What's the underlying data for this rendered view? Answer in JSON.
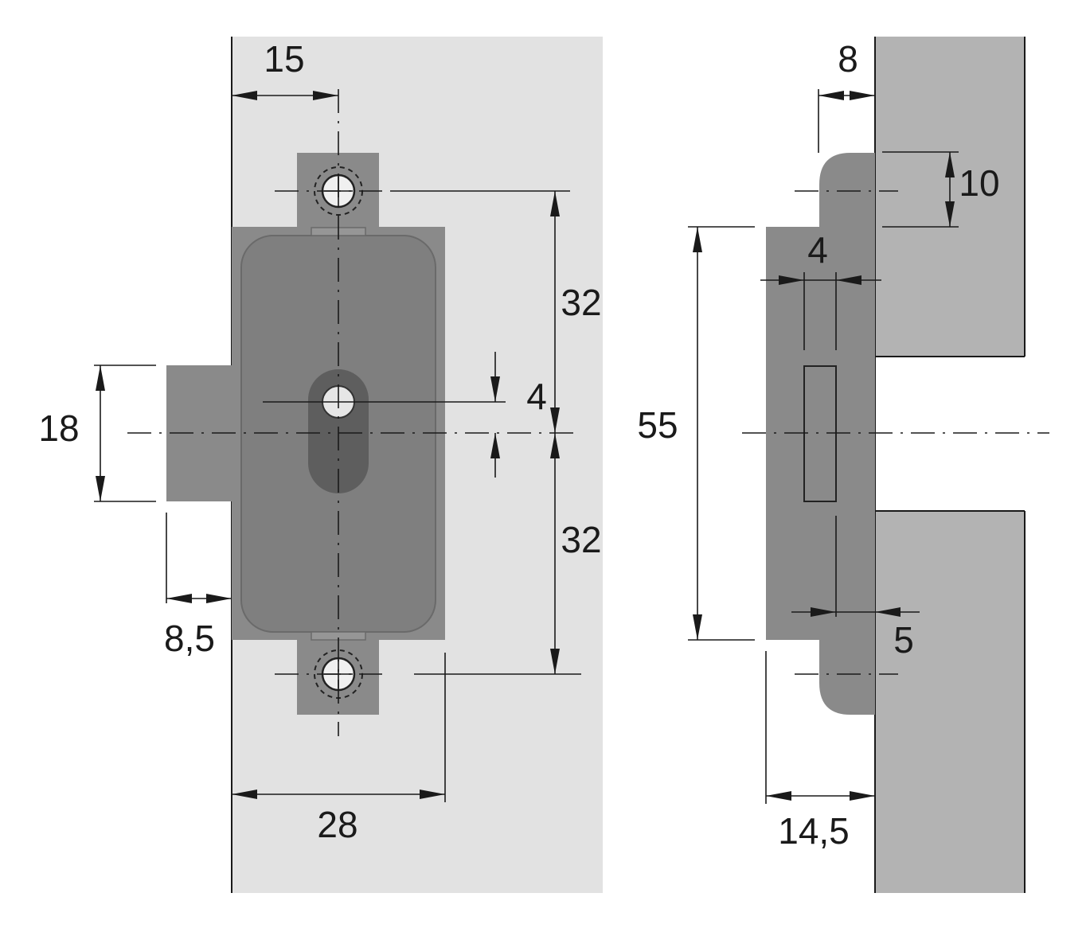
{
  "colors": {
    "background": "#ffffff",
    "panel_front": "#e2e2e2",
    "panel_side": "#b3b3b3",
    "lock_body": "#8a8a8a",
    "lock_inner": "#7f7f7f",
    "keyhole": "#5e5e5e",
    "lines": "#1a1a1a"
  },
  "front_view": {
    "dim_15": "15",
    "dim_32_top": "32",
    "dim_32_bottom": "32",
    "dim_4": "4",
    "dim_18": "18",
    "dim_8_5": "8,5",
    "dim_28": "28"
  },
  "side_view": {
    "dim_8": "8",
    "dim_10": "10",
    "dim_4": "4",
    "dim_55": "55",
    "dim_5": "5",
    "dim_14_5": "14,5"
  }
}
